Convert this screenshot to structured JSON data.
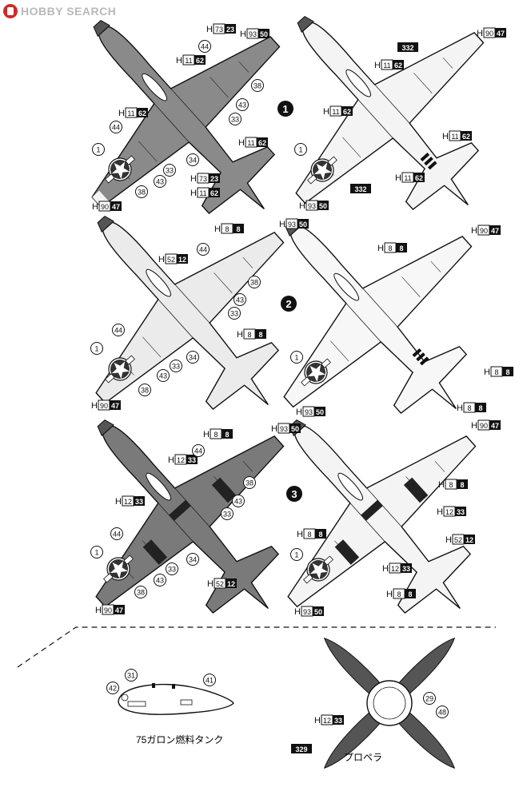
{
  "site_logo": {
    "text": "HOBBY SEARCH"
  },
  "sections": [
    "1",
    "2",
    "3"
  ],
  "tank_caption": "75ガロン燃料タンク",
  "propeller_caption": "プロペラ",
  "callouts": [
    {
      "id": "1a",
      "kind": "num",
      "v": "1"
    },
    {
      "id": "1b",
      "kind": "pair",
      "a": "H",
      "b": "73",
      "c": "23"
    },
    {
      "id": "1c",
      "kind": "pair",
      "a": "H",
      "b": "93",
      "c": "50"
    },
    {
      "id": "1d",
      "kind": "circ",
      "v": "44"
    },
    {
      "id": "1e",
      "kind": "pair",
      "a": "H",
      "b": "11",
      "c": "62"
    },
    {
      "id": "1f",
      "kind": "circ",
      "v": "38"
    },
    {
      "id": "1g",
      "kind": "circ",
      "v": "43"
    },
    {
      "id": "1h",
      "kind": "pair",
      "a": "H",
      "b": "11",
      "c": "62"
    },
    {
      "id": "1i",
      "kind": "circ",
      "v": "33"
    },
    {
      "id": "1j",
      "kind": "circ",
      "v": "44"
    },
    {
      "id": "1k",
      "kind": "pair",
      "a": "H",
      "b": "11",
      "c": "62"
    },
    {
      "id": "1l",
      "kind": "circ",
      "v": "1"
    },
    {
      "id": "1m",
      "kind": "circ",
      "v": "34"
    },
    {
      "id": "1n",
      "kind": "circ",
      "v": "33"
    },
    {
      "id": "1o",
      "kind": "circ",
      "v": "43"
    },
    {
      "id": "1p",
      "kind": "pair",
      "a": "H",
      "b": "73",
      "c": "23"
    },
    {
      "id": "1q",
      "kind": "circ",
      "v": "38"
    },
    {
      "id": "1r",
      "kind": "pair",
      "a": "H",
      "b": "11",
      "c": "62"
    },
    {
      "id": "1s",
      "kind": "pair",
      "a": "H",
      "b": "90",
      "c": "47"
    },
    {
      "id": "1t",
      "kind": "pair",
      "a": "H",
      "b": "90",
      "c": "47"
    },
    {
      "id": "1u",
      "kind": "box",
      "v": "332"
    },
    {
      "id": "1v",
      "kind": "pair",
      "a": "H",
      "b": "11",
      "c": "62"
    },
    {
      "id": "1w",
      "kind": "pair",
      "a": "H",
      "b": "11",
      "c": "62"
    },
    {
      "id": "1x",
      "kind": "pair",
      "a": "H",
      "b": "11",
      "c": "62"
    },
    {
      "id": "1y",
      "kind": "circ",
      "v": "1"
    },
    {
      "id": "1z",
      "kind": "box",
      "v": "332"
    },
    {
      "id": "1aa",
      "kind": "pair",
      "a": "H",
      "b": "11",
      "c": "62"
    },
    {
      "id": "1ab",
      "kind": "pair",
      "a": "H",
      "b": "93",
      "c": "50"
    },
    {
      "id": "2a",
      "kind": "pair",
      "a": "H",
      "b": "93",
      "c": "50"
    },
    {
      "id": "2b",
      "kind": "pair",
      "a": "H",
      "b": "8",
      "c": "8"
    },
    {
      "id": "2c",
      "kind": "pair",
      "a": "H",
      "b": "52",
      "c": "12"
    },
    {
      "id": "2d",
      "kind": "circ",
      "v": "44"
    },
    {
      "id": "2e",
      "kind": "circ",
      "v": "38"
    },
    {
      "id": "2f",
      "kind": "circ",
      "v": "43"
    },
    {
      "id": "2g",
      "kind": "circ",
      "v": "33"
    },
    {
      "id": "2h",
      "kind": "pair",
      "a": "H",
      "b": "8",
      "c": "8"
    },
    {
      "id": "2i",
      "kind": "circ",
      "v": "44"
    },
    {
      "id": "2j",
      "kind": "circ",
      "v": "1"
    },
    {
      "id": "2k",
      "kind": "circ",
      "v": "34"
    },
    {
      "id": "2l",
      "kind": "circ",
      "v": "33"
    },
    {
      "id": "2m",
      "kind": "circ",
      "v": "43"
    },
    {
      "id": "2n",
      "kind": "circ",
      "v": "38"
    },
    {
      "id": "2o",
      "kind": "pair",
      "a": "H",
      "b": "90",
      "c": "47"
    },
    {
      "id": "2p",
      "kind": "pair",
      "a": "H",
      "b": "90",
      "c": "47"
    },
    {
      "id": "2q",
      "kind": "pair",
      "a": "H",
      "b": "8",
      "c": "8"
    },
    {
      "id": "2r",
      "kind": "circ",
      "v": "1"
    },
    {
      "id": "2s",
      "kind": "pair",
      "a": "H",
      "b": "8",
      "c": "8"
    },
    {
      "id": "2t",
      "kind": "pair",
      "a": "H",
      "b": "8",
      "c": "8"
    },
    {
      "id": "2u",
      "kind": "pair",
      "a": "H",
      "b": "93",
      "c": "50"
    },
    {
      "id": "3a",
      "kind": "pair",
      "a": "H",
      "b": "8",
      "c": "8"
    },
    {
      "id": "3b",
      "kind": "pair",
      "a": "H",
      "b": "93",
      "c": "50"
    },
    {
      "id": "3c",
      "kind": "pair",
      "a": "H",
      "b": "12",
      "c": "33"
    },
    {
      "id": "3d",
      "kind": "circ",
      "v": "44"
    },
    {
      "id": "3e",
      "kind": "circ",
      "v": "38"
    },
    {
      "id": "3f",
      "kind": "pair",
      "a": "H",
      "b": "12",
      "c": "33"
    },
    {
      "id": "3g",
      "kind": "circ",
      "v": "43"
    },
    {
      "id": "3h",
      "kind": "circ",
      "v": "33"
    },
    {
      "id": "3i",
      "kind": "circ",
      "v": "44"
    },
    {
      "id": "3j",
      "kind": "circ",
      "v": "1"
    },
    {
      "id": "3k",
      "kind": "circ",
      "v": "34"
    },
    {
      "id": "3l",
      "kind": "circ",
      "v": "33"
    },
    {
      "id": "3m",
      "kind": "circ",
      "v": "43"
    },
    {
      "id": "3n",
      "kind": "pair",
      "a": "H",
      "b": "52",
      "c": "12"
    },
    {
      "id": "3o",
      "kind": "circ",
      "v": "38"
    },
    {
      "id": "3p",
      "kind": "pair",
      "a": "H",
      "b": "90",
      "c": "47"
    },
    {
      "id": "3q",
      "kind": "pair",
      "a": "H",
      "b": "90",
      "c": "47"
    },
    {
      "id": "3r",
      "kind": "pair",
      "a": "H",
      "b": "8",
      "c": "8"
    },
    {
      "id": "3s",
      "kind": "pair",
      "a": "H",
      "b": "12",
      "c": "33"
    },
    {
      "id": "3t",
      "kind": "pair",
      "a": "H",
      "b": "8",
      "c": "8"
    },
    {
      "id": "3u",
      "kind": "pair",
      "a": "H",
      "b": "52",
      "c": "12"
    },
    {
      "id": "3v",
      "kind": "circ",
      "v": "1"
    },
    {
      "id": "3w",
      "kind": "pair",
      "a": "H",
      "b": "12",
      "c": "33"
    },
    {
      "id": "3x",
      "kind": "pair",
      "a": "H",
      "b": "8",
      "c": "8"
    },
    {
      "id": "3y",
      "kind": "pair",
      "a": "H",
      "b": "93",
      "c": "50"
    },
    {
      "id": "t31",
      "kind": "circ",
      "v": "31"
    },
    {
      "id": "t42",
      "kind": "circ",
      "v": "42"
    },
    {
      "id": "t41",
      "kind": "circ",
      "v": "41"
    },
    {
      "id": "p29",
      "kind": "circ",
      "v": "29"
    },
    {
      "id": "p48",
      "kind": "circ",
      "v": "48"
    },
    {
      "id": "p1233",
      "kind": "pair",
      "a": "H",
      "b": "12",
      "c": "33"
    },
    {
      "id": "p329",
      "kind": "box",
      "v": "329"
    }
  ]
}
